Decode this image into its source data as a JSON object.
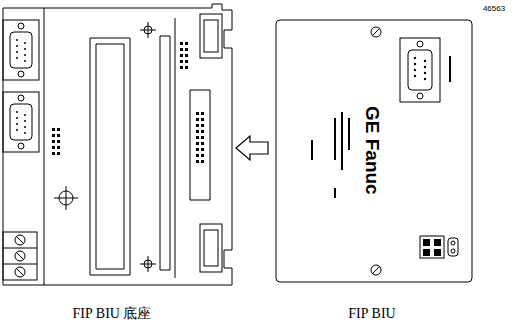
{
  "diagram": {
    "labels": [
      "46563",
      "GE Fanuc",
      "FIP BIU 底座",
      "FIP BIU"
    ]
  }
}
